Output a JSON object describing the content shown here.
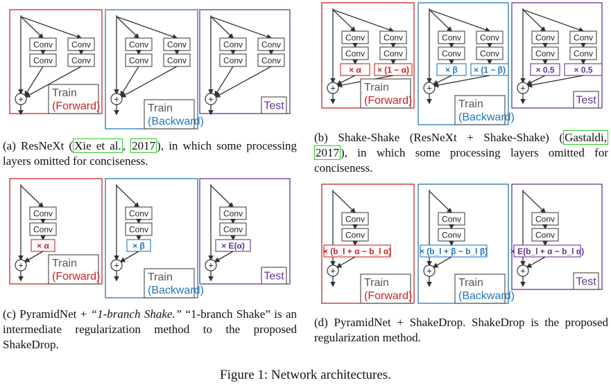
{
  "labels": {
    "conv": "Conv",
    "train": "Train",
    "test": "Test",
    "forward": "(Forward)",
    "backward": "(Backward)",
    "plus": "+"
  },
  "colors": {
    "forward": "#cc2222",
    "backward": "#2277bb",
    "test": "#663399",
    "lines": "#333333",
    "cite_box": "#22cc22"
  },
  "multipliers": {
    "b_forward_1": "× α",
    "b_forward_2": "× (1 − α)",
    "b_backward_1": "× β",
    "b_backward_2": "× (1 − β)",
    "b_test_1": "× 0.5",
    "b_test_2": "× 0.5",
    "c_forward": "× α",
    "c_backward": "× β",
    "c_test": "× E(α)",
    "d_forward": "× (b_l + α − b_l α)",
    "d_backward": "× (b_l + β − b_l β)",
    "d_test": "× E(b_l + α − b_l α)"
  },
  "captions": {
    "a": {
      "prefix": "(a) ResNeXt (",
      "cite1": "Xie et al.",
      "mid": ", ",
      "cite2": "2017",
      "suffix": "), in which some processing layers omitted for conciseness."
    },
    "b": {
      "prefix": "(b) Shake-Shake (ResNeXt + Shake-Shake) (",
      "cite1": "Gastaldi,",
      "mid": " ",
      "cite2": "2017",
      "suffix": "), in which some processing layers omitted for conciseness."
    },
    "c": {
      "prefix": "(c) PyramidNet + ",
      "italic": "“1-branch Shake.”",
      "suffix": " “1-branch Shake” is an intermediate regularization method to the proposed ShakeDrop."
    },
    "d": {
      "text": "(d) PyramidNet + ShakeDrop. ShakeDrop is the proposed regularization method."
    }
  },
  "figure_caption": "Figure 1: Network architectures."
}
